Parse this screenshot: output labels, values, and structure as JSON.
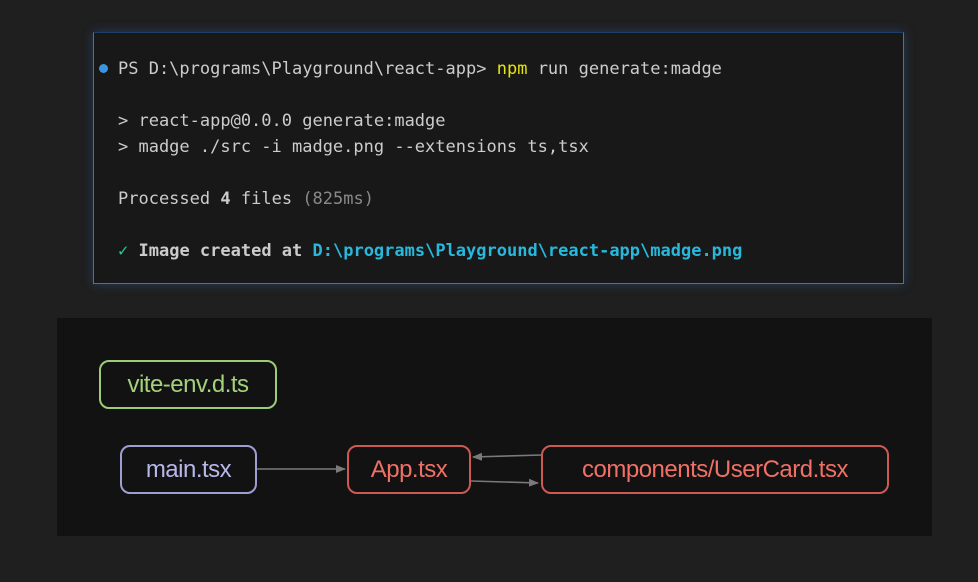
{
  "terminal": {
    "prompt": "PS D:\\programs\\Playground\\react-app>",
    "command": {
      "program": "npm",
      "args": "run generate:madge"
    },
    "script_lines": [
      "> react-app@0.0.0 generate:madge",
      "> madge ./src -i madge.png --extensions ts,tsx"
    ],
    "processed": {
      "prefix": "Processed",
      "count": "4",
      "suffix": "files",
      "duration": "(825ms)"
    },
    "result": {
      "check": "✓",
      "message": "Image created at",
      "path": "D:\\programs\\Playground\\react-app\\madge.png"
    }
  },
  "graph": {
    "nodes": {
      "vite_env": "vite-env.d.ts",
      "main": "main.tsx",
      "app": "App.tsx",
      "user_card": "components/UserCard.tsx"
    },
    "edges": [
      {
        "from": "main.tsx",
        "to": "App.tsx"
      },
      {
        "from": "App.tsx",
        "to": "components/UserCard.tsx"
      },
      {
        "from": "components/UserCard.tsx",
        "to": "App.tsx"
      }
    ],
    "colors": {
      "background": "#121212",
      "standalone": "#9ccc75",
      "entry": "#9e9fd0",
      "circular": "#cc5a52",
      "edge": "#7a7a7a"
    }
  }
}
